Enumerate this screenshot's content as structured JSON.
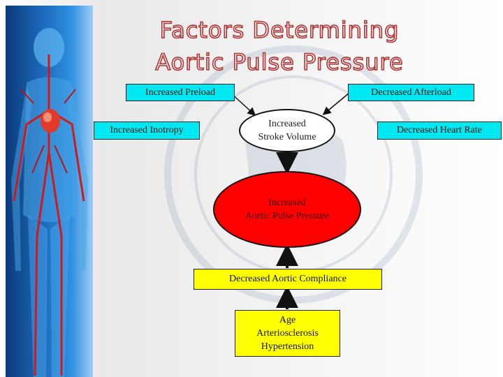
{
  "title": {
    "line1": "Factors Determining",
    "line2": "Aortic Pulse Pressure"
  },
  "nodes": {
    "increased_preload": "Increased Preload",
    "decreased_afterload": "Decreased Afterload",
    "increased_inotropy": "Increased Inotropy",
    "decreased_heart_rate": "Decreased Heart Rate",
    "stroke_volume_line1": "Increased",
    "stroke_volume_line2": "Stroke Volume",
    "pulse_pressure_line1": "Increased",
    "pulse_pressure_line2": "Aortic Pulse Pressure",
    "decreased_aortic_compliance": "Decreased Aortic Compliance",
    "causes": [
      "Age",
      "Arteriosclerosis",
      "Hypertension"
    ]
  },
  "colors": {
    "cyan_box": "#00e9f2",
    "red_oval": "#ff0000",
    "yellow_box": "#ffff00",
    "title_outline": "#b23232"
  }
}
